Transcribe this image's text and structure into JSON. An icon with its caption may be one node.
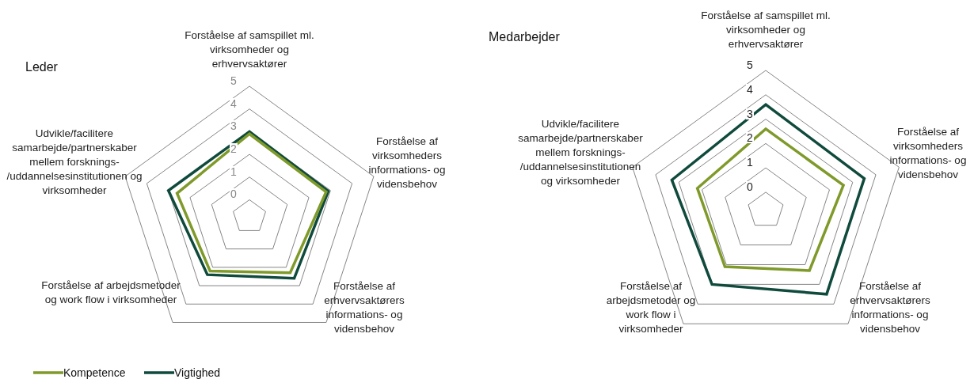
{
  "diagram": {
    "labels": [
      "Leder",
      "Forståelse af samspillet ml. virksomheder og erhvervsaktører",
      "Forståelse af virksomheders informations- og vidensbehov",
      "Forståelse af erhvervsaktørers informations- og vidensbehov",
      "Forståelse af arbejdsmetoder og work flow i virksomheder",
      "Udvikle/facilitere samarbejde/partnerskaber mellem forsknings- /uddannelsesinstitutionen og virksomheder",
      "5",
      "4",
      "3",
      "2",
      "1",
      "0",
      "Medarbejder",
      "Forståelse af samspillet ml. virksomheder og erhvervsaktører",
      "Forståelse af virksomheders informations- og vidensbehov",
      "Forståelse af erhvervsaktørers informations- og vidensbehov",
      "Forståelse af arbejdsmetoder og work flow i virksomheder",
      "Udvikle/facilitere samarbejde/partnerskaber mellem forsknings- /uddannelsesinstitutionen og virksomheder",
      "5",
      "4",
      "3",
      "2",
      "1",
      "0"
    ],
    "legend": [
      {
        "text": "Kompetence"
      },
      {
        "text": "Vigtighed"
      }
    ]
  }
}
